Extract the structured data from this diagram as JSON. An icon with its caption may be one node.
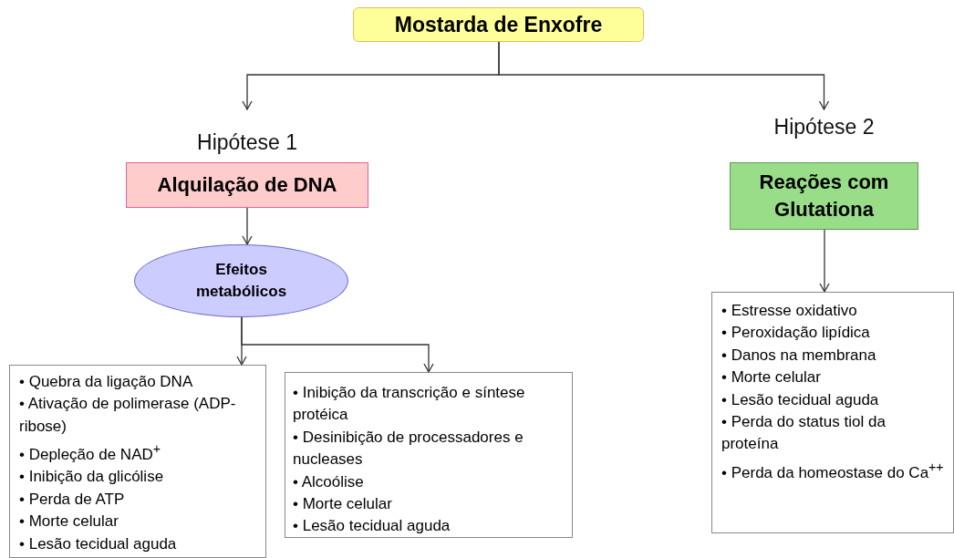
{
  "diagram": {
    "nodes": [
      {
        "text": [
          "Mostarda de Enxofre"
        ]
      },
      {
        "text": [
          "Hipótese 1",
          "Alquilação de DNA"
        ]
      },
      {
        "text": [
          "Hipótese 2",
          "Reações com Glutationa"
        ]
      },
      {
        "text": [
          "Efeitos metabólicos"
        ]
      },
      {
        "text": [
          "• Quebra da ligação DNA",
          "•  Ativação de polimerase (ADP- ribose)",
          "• Depleção de NAD$^{+}$",
          "• Inibição da glicólise",
          "• Perda de ATP",
          "• Morte celular",
          "• Lesão tecidual aguda"
        ]
      },
      {
        "text": [
          "• Inibição da transcrição e síntese protéica",
          "• Desinibição de processadores e nucleases",
          "• Alcoólise",
          "• Morte celular",
          "• Lesão tecidual aguda"
        ]
      },
      {
        "text": [
          "• Estresse oxidativo",
          "• Peroxidação lipídica",
          "• Danos na membrana",
          "• Morte celular",
          "• Lesão tecidual aguda",
          "• Perda do status tiol da proteína",
          "• Perda da homeostase do Ca$^{++}$"
        ]
      }
    ],
    "edges": [
      {
        "from": 0,
        "to": 1,
        "arrow": "to"
      },
      {
        "from": 0,
        "to": 2,
        "arrow": "to"
      },
      {
        "from": 1,
        "to": 3,
        "arrow": "to"
      },
      {
        "from": 3,
        "to": 4,
        "arrow": "to"
      },
      {
        "from": 3,
        "to": 5,
        "arrow": "to"
      },
      {
        "from": 2,
        "to": 6,
        "arrow": "to"
      }
    ]
  }
}
